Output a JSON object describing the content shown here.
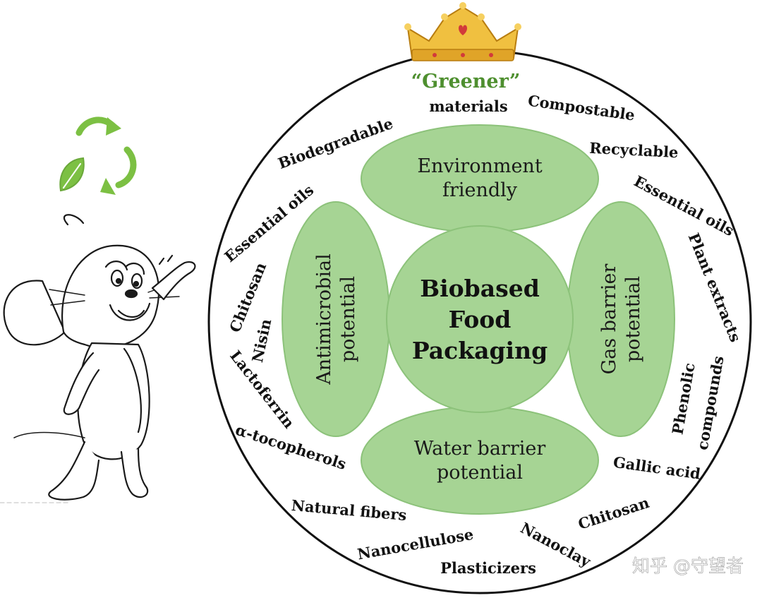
{
  "colors": {
    "ellipse_fill": "#a6d494",
    "ellipse_stroke": "#8cc27a",
    "greener_text": "#4e8f2f",
    "recycle_icon": "#7cc043",
    "crown": "#e8b12e",
    "circle_stroke": "#111111"
  },
  "center": {
    "lines": [
      "Biobased",
      "Food",
      "Packaging"
    ]
  },
  "petals": {
    "top": {
      "lines": [
        "Environment",
        "friendly"
      ]
    },
    "left": {
      "lines": [
        "Antimicrobial",
        "potential"
      ]
    },
    "right": {
      "lines": [
        "Gas barrier",
        "potential"
      ]
    },
    "bottom": {
      "lines": [
        "Water barrier",
        "potential"
      ]
    }
  },
  "ring": {
    "greener": "“Greener”",
    "materials": "materials",
    "compostable": "Compostable",
    "biodegradable": "Biodegradable",
    "recyclable": "Recyclable",
    "essential_oils_left": "Essential oils",
    "essential_oils_right": "Essential oils",
    "chitosan_left": "Chitosan",
    "nisin": "Nisin",
    "lactoferrin": "Lactoferrin",
    "tocopherols": "α-tocopherols",
    "plant_extracts": "Plant extracts",
    "phenolic": "Phenolic",
    "compounds": "compounds",
    "gallic_acid": "Gallic acid",
    "natural_fibers": "Natural fibers",
    "nanocellulose": "Nanocellulose",
    "plasticizers": "Plasticizers",
    "nanoclay": "Nanoclay",
    "chitosan_bottom": "Chitosan"
  },
  "icons": {
    "recycle": "recycle-leaf-icon",
    "crown": "crown-icon",
    "mascot": "cartoon-mouse-illustration"
  },
  "watermark": "知乎 @守望者"
}
